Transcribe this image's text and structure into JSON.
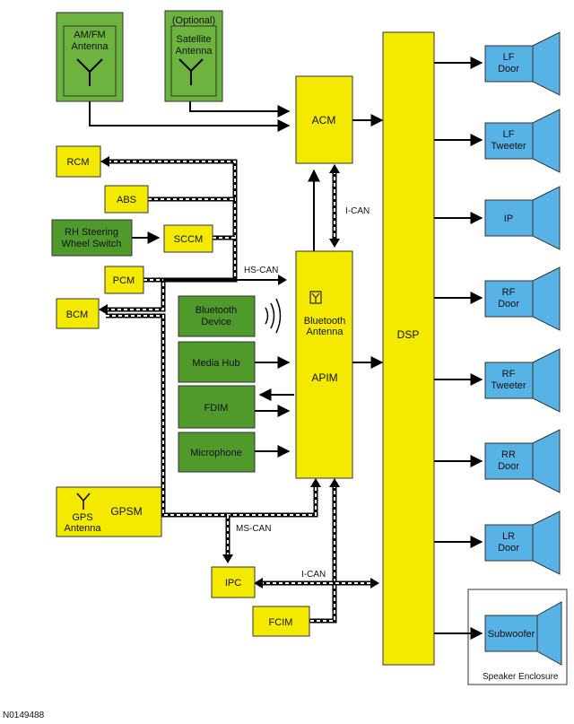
{
  "modules": {
    "amfm_antenna": [
      "AM/FM",
      "Antenna"
    ],
    "sat_optional": "(Optional)",
    "sat_antenna": [
      "Satellite",
      "Antenna"
    ],
    "acm": "ACM",
    "dsp": "DSP",
    "apim": "APIM",
    "bt_antenna": [
      "Bluetooth",
      "Antenna"
    ],
    "rcm": "RCM",
    "abs": "ABS",
    "rh_switch": [
      "RH Steering",
      "Wheel Switch"
    ],
    "sccm": "SCCM",
    "pcm": "PCM",
    "bcm": "BCM",
    "bt_device": [
      "Bluetooth",
      "Device"
    ],
    "media_hub": "Media Hub",
    "fdim": "FDIM",
    "microphone": "Microphone",
    "gpsm": "GPSM",
    "gps_antenna": [
      "GPS",
      "Antenna"
    ],
    "ipc": "IPC",
    "fcim": "FCIM"
  },
  "buses": {
    "i_can_top": "I-CAN",
    "hs_can": "HS-CAN",
    "ms_can": "MS-CAN",
    "i_can_bottom": "I-CAN"
  },
  "speakers": [
    [
      "LF",
      "Door"
    ],
    [
      "LF",
      "Tweeter"
    ],
    [
      "IP"
    ],
    [
      "RF",
      "Door"
    ],
    [
      "RF",
      "Tweeter"
    ],
    [
      "RR",
      "Door"
    ],
    [
      "LR",
      "Door"
    ],
    [
      "Subwoofer"
    ]
  ],
  "enclosure_label": "Speaker Enclosure",
  "figure_id": "N0149488",
  "colors": {
    "module": "#f4ea00",
    "antenna_box": "#6db33f",
    "device_box": "#4f9a2a",
    "speaker": "#57b2e6",
    "can_bus": "#000000"
  }
}
